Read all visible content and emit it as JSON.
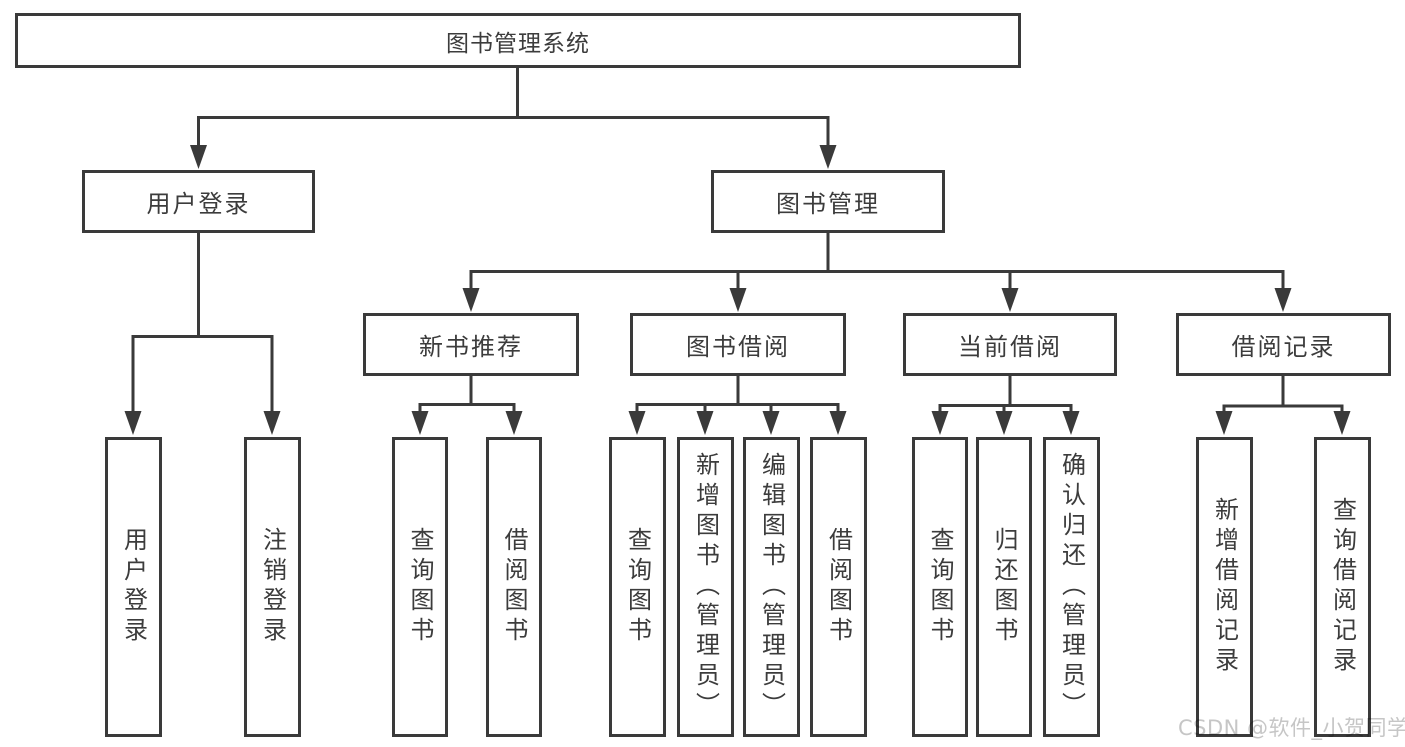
{
  "diagram": {
    "title_hint": "功能结构图",
    "root": {
      "label": "图书管理系统"
    },
    "branches": [
      {
        "label": "用户登录",
        "children": [
          {
            "label": "用户登录"
          },
          {
            "label": "注销登录"
          }
        ]
      },
      {
        "label": "图书管理",
        "children": [
          {
            "label": "新书推荐",
            "children": [
              {
                "label": "查询图书"
              },
              {
                "label": "借阅图书"
              }
            ]
          },
          {
            "label": "图书借阅",
            "children": [
              {
                "label": "查询图书"
              },
              {
                "label": "新增图书（管理员）"
              },
              {
                "label": "编辑图书（管理员）"
              },
              {
                "label": "借阅图书"
              }
            ]
          },
          {
            "label": "当前借阅",
            "children": [
              {
                "label": "查询图书"
              },
              {
                "label": "归还图书"
              },
              {
                "label": "确认归还（管理员）"
              }
            ]
          },
          {
            "label": "借阅记录",
            "children": [
              {
                "label": "新增借阅记录"
              },
              {
                "label": "查询借阅记录"
              }
            ]
          }
        ]
      }
    ]
  },
  "watermark": {
    "text": "CSDN @软件_小贺同学"
  },
  "colors": {
    "line": "#3a3a3a",
    "text": "#3c3c3c",
    "box_fill": "#ffffff",
    "background": "#ffffff",
    "watermark": "#c6c6c6"
  }
}
